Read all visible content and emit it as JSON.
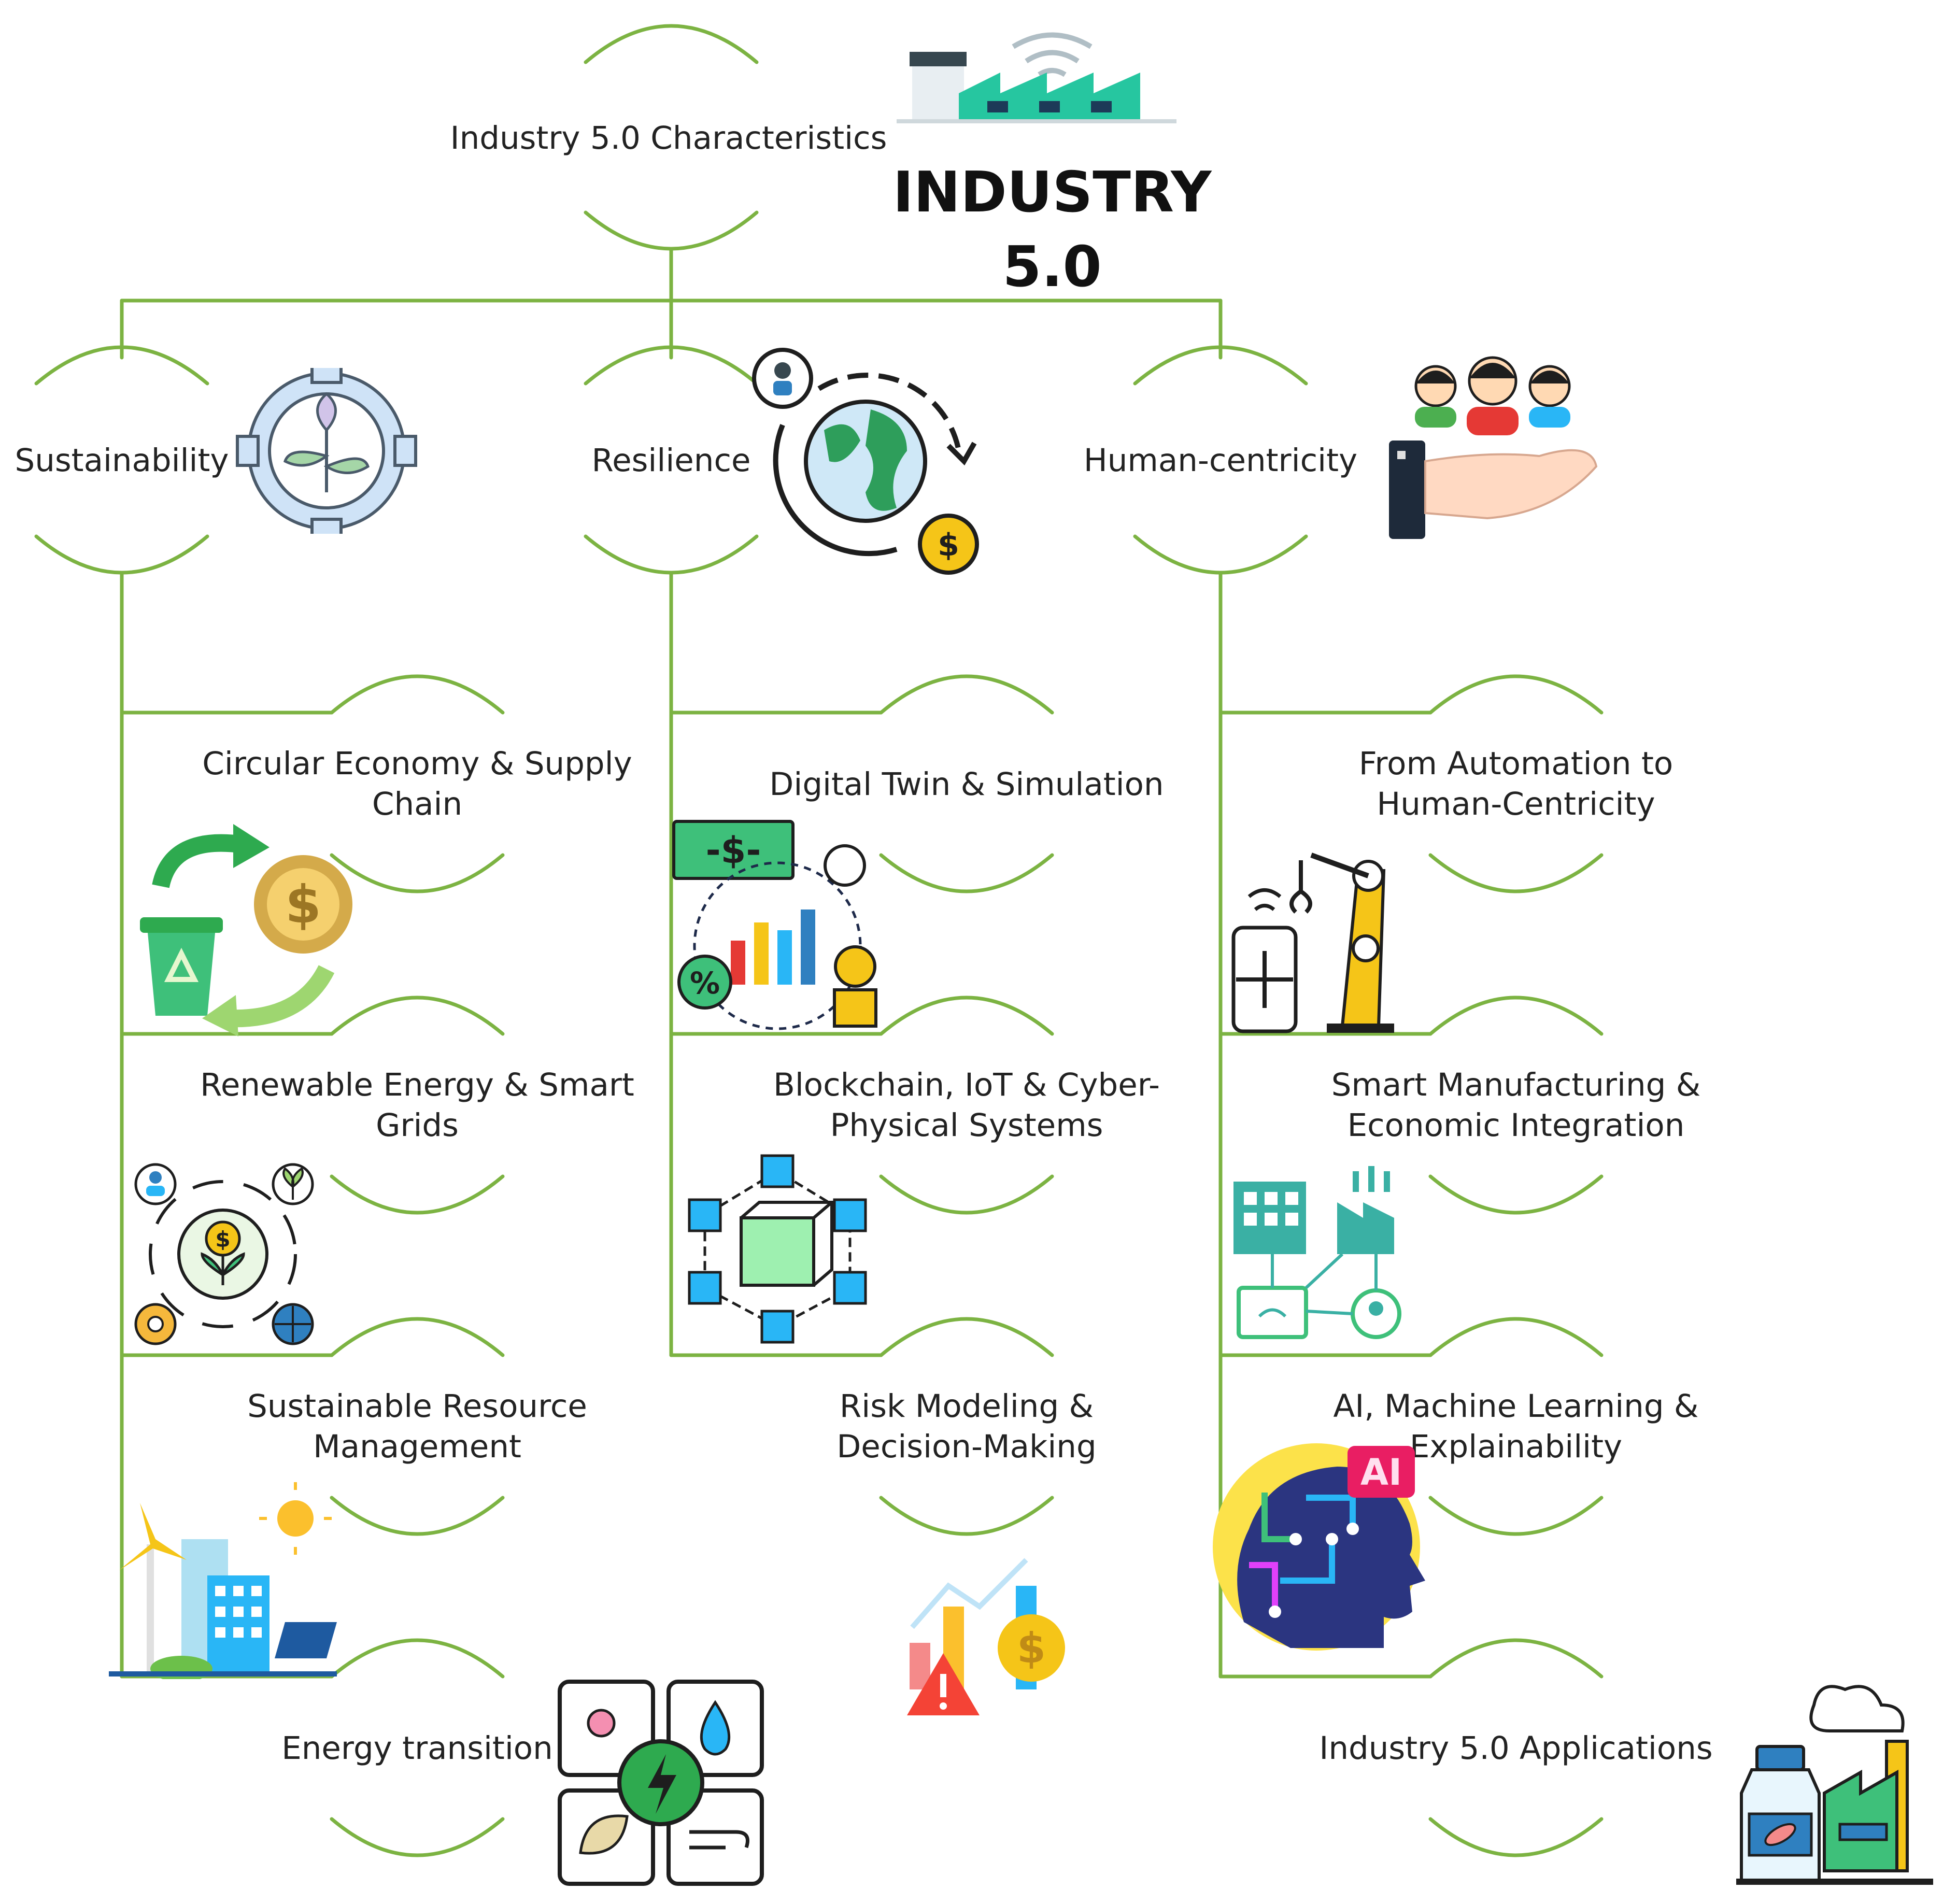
{
  "title": {
    "line1": "INDUSTRY",
    "line2": "5.0"
  },
  "root": {
    "label": "Industry 5.0 Characteristics",
    "icon": "factory-icon"
  },
  "pillars": [
    {
      "label": "Sustainability",
      "icon": "leaf-gear-icon"
    },
    {
      "label": "Resilience",
      "icon": "globe-cycle-icon"
    },
    {
      "label": "Human-centricity",
      "icon": "hand-people-icon"
    }
  ],
  "sustainability_items": [
    {
      "label": "Circular Economy & Supply Chain",
      "icon": "recycle-bin-coin-icon"
    },
    {
      "label": "Renewable Energy & Smart Grids",
      "icon": "energy-cycle-icon"
    },
    {
      "label": "Sustainable Resource Management",
      "icon": "green-city-icon"
    },
    {
      "label": "Energy transition",
      "icon": "energy-transition-icon"
    }
  ],
  "resilience_items": [
    {
      "label": "Digital Twin & Simulation",
      "icon": "finance-analytics-icon"
    },
    {
      "label": "Blockchain, IoT & Cyber-Physical Systems",
      "icon": "blockchain-icon"
    },
    {
      "label": "Risk Modeling & Decision-Making",
      "icon": "risk-chart-icon"
    }
  ],
  "human_items": [
    {
      "label": "From Automation to Human-Centricity",
      "icon": "robot-arm-icon"
    },
    {
      "label": "Smart Manufacturing & Economic Integration",
      "icon": "smart-factory-network-icon"
    },
    {
      "label": "AI, Machine Learning & Explainability",
      "icon": "ai-head-icon"
    },
    {
      "label": "Industry 5.0 Applications",
      "icon": "pharma-factory-icon"
    }
  ],
  "colors": {
    "line": "#7cb342",
    "text": "#222222"
  }
}
